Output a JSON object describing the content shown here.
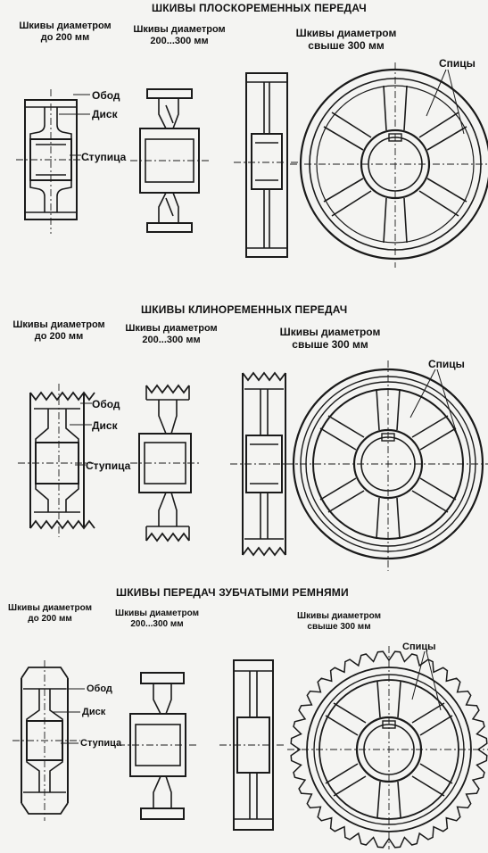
{
  "sections": [
    {
      "title": "ШКИВЫ ПЛОСКОРЕМЕННЫХ ПЕРЕДАЧ",
      "col1": [
        "Шкивы диаметром",
        "до 200 мм"
      ],
      "col2": [
        "Шкивы диаметром",
        "200...300 мм"
      ],
      "col3": [
        "Шкивы диаметром",
        "свыше 300 мм"
      ],
      "labels": {
        "rim": "Обод",
        "disc": "Диск",
        "hub": "Ступица",
        "spokes": "Спицы"
      }
    },
    {
      "title": "ШКИВЫ КЛИНОРЕМЕННЫХ ПЕРЕДАЧ",
      "col1": [
        "Шкивы диаметром",
        "до 200 мм"
      ],
      "col2": [
        "Шкивы диаметром",
        "200...300 мм"
      ],
      "col3": [
        "Шкивы диаметром",
        "свыше 300 мм"
      ],
      "labels": {
        "rim": "Обод",
        "disc": "Диск",
        "hub": "Ступица",
        "spokes": "Спицы"
      }
    },
    {
      "title": "ШКИВЫ ПЕРЕДАЧ  ЗУБЧАТЫМИ  РЕМНЯМИ",
      "col1": [
        "Шкивы диаметром",
        "до 200 мм"
      ],
      "col2": [
        "Шкивы диаметром",
        "200...300 мм"
      ],
      "col3": [
        "Шкивы диаметром",
        "свыше 300 мм"
      ],
      "labels": {
        "rim": "Обод",
        "disc": "Диск",
        "hub": "Ступица",
        "spokes": "Спицы"
      }
    }
  ]
}
